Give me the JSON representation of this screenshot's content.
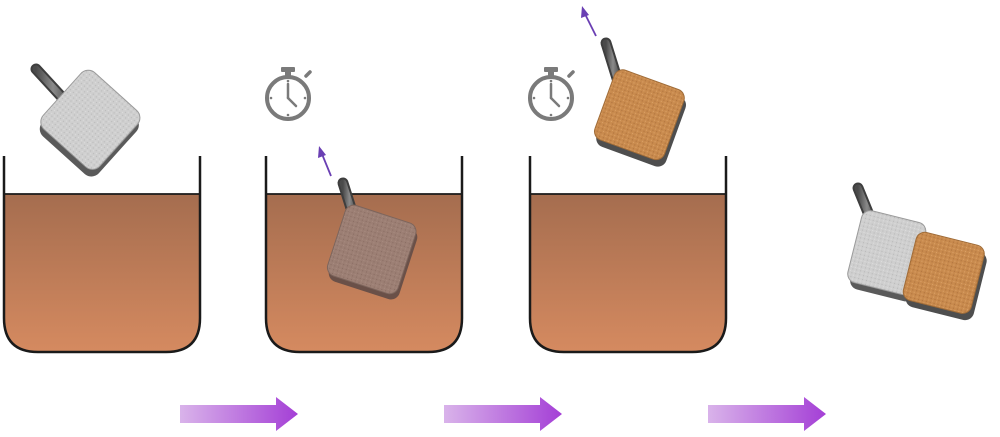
{
  "diagram": {
    "type": "process-flow",
    "stages": [
      {
        "id": "stage-1",
        "container": "beaker-with-liquid",
        "substrate_state": "uncoated",
        "substrate_position": "above-liquid",
        "timer_shown": false,
        "motion_arrow": "none"
      },
      {
        "id": "stage-2",
        "container": "beaker-with-liquid",
        "substrate_state": "immersed",
        "substrate_position": "in-liquid",
        "timer_shown": true,
        "motion_arrow": "up"
      },
      {
        "id": "stage-3",
        "container": "beaker-with-liquid",
        "substrate_state": "coated",
        "substrate_position": "withdrawn-above",
        "timer_shown": true,
        "motion_arrow": "up"
      },
      {
        "id": "stage-4",
        "container": "none",
        "substrate_state": "uncoated-and-coated-pair",
        "substrate_position": "free",
        "timer_shown": false,
        "motion_arrow": "none"
      }
    ],
    "transitions": [
      {
        "from": "stage-1",
        "to": "stage-2"
      },
      {
        "from": "stage-2",
        "to": "stage-3"
      },
      {
        "from": "stage-3",
        "to": "stage-4"
      }
    ],
    "icons": [
      "beaker-icon",
      "substrate-holder-icon",
      "stopwatch-icon",
      "withdraw-arrow-icon",
      "process-arrow-icon"
    ],
    "colors": {
      "liquid_top": "#a56d4f",
      "liquid_bottom": "#d58a60",
      "beaker_outline": "#1a1a1a",
      "substrate_uncoated": "#cfcfcf",
      "substrate_immersed": "#9c7f74",
      "substrate_coated": "#c98b4e",
      "rod": "#6d6d6d",
      "timer": "#7a7a7a",
      "small_arrow": "#6a3fb3",
      "process_arrow_start": "#d9b3ea",
      "process_arrow_end": "#a43fd6"
    }
  }
}
